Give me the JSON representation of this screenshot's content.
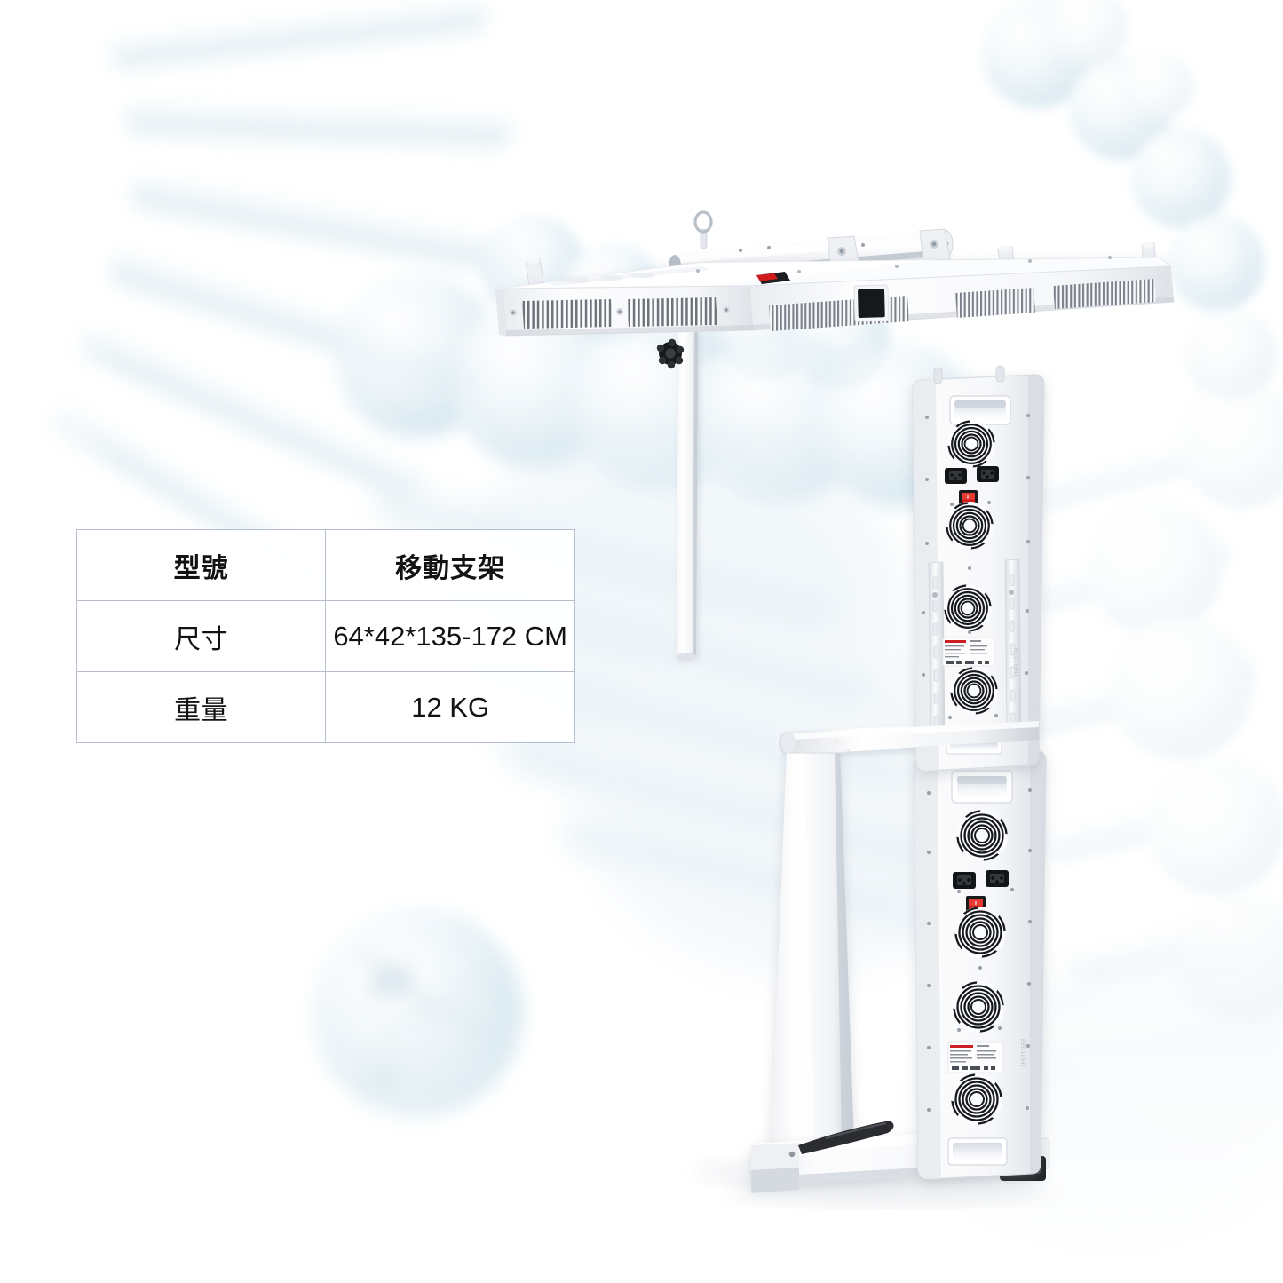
{
  "page": {
    "background_theme": "dna-double-helix-molecule",
    "background_color": "#ffffff",
    "accent_color": "#cfe3ec"
  },
  "spec_table": {
    "border_color": "#b7bfcc",
    "text_color": "#121212",
    "rows": [
      {
        "label": "型號",
        "value": "移動支架",
        "is_header": true
      },
      {
        "label": "尺寸",
        "value": "64*42*135-172 CM",
        "is_header": false
      },
      {
        "label": "重量",
        "value": "12 KG",
        "is_header": false
      }
    ]
  },
  "product": {
    "name": "red-light-therapy-panel-with-mobile-stand",
    "body_color": "#f4f5f7",
    "shadow_color": "#c9cdd4",
    "switch_color": "#d01b1b",
    "label_accent": "#cc1f24",
    "parts": [
      {
        "id": "top-light-panel",
        "label": "horizontal LED light panel head"
      },
      {
        "id": "cross-bar",
        "label": "overhead crossbar tube with clamps"
      },
      {
        "id": "display-window",
        "label": "black control display window"
      },
      {
        "id": "vent-grille",
        "label": "ventilation louver grilles"
      },
      {
        "id": "support-pole",
        "label": "vertical support pole"
      },
      {
        "id": "adjust-knob",
        "label": "black adjustment knob"
      },
      {
        "id": "vertical-panel-upper",
        "label": "upper vertical panel module"
      },
      {
        "id": "vertical-panel-lower",
        "label": "lower vertical panel module"
      },
      {
        "id": "fan-grille",
        "label": "circular cooling fan grille"
      },
      {
        "id": "iec-socket",
        "label": "IEC power socket"
      },
      {
        "id": "power-switch",
        "label": "red rocker power switch"
      },
      {
        "id": "handle-slot",
        "label": "recessed carry handle slot"
      },
      {
        "id": "side-rail",
        "label": "slotted mounting side rail"
      },
      {
        "id": "spec-label",
        "label": "printed certification label"
      },
      {
        "id": "stand-column",
        "label": "mobile stand vertical column"
      },
      {
        "id": "stand-base",
        "label": "mobile stand floor base"
      },
      {
        "id": "foot-pedal",
        "label": "black foot pedal"
      },
      {
        "id": "caster",
        "label": "black caster wheel"
      }
    ]
  }
}
